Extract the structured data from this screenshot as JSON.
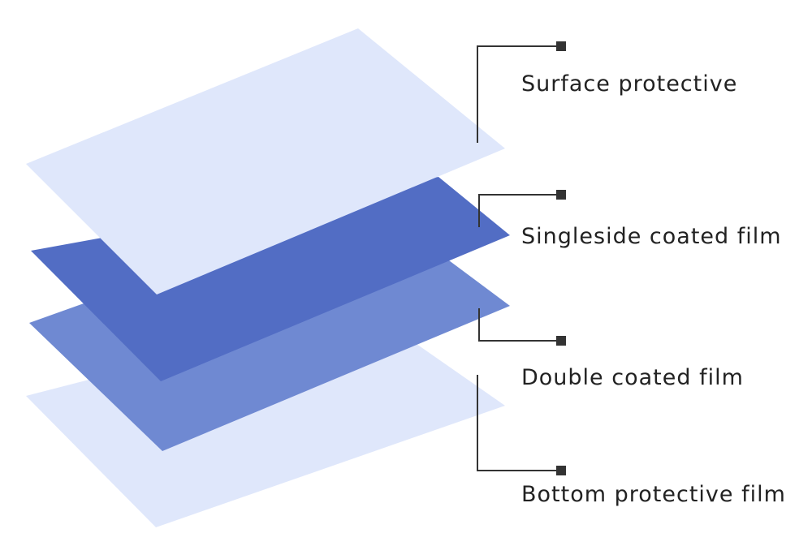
{
  "layers": [
    {
      "id": "surface",
      "label": "Surface protective",
      "color": "#dfe7fb"
    },
    {
      "id": "singleside",
      "label": "Singleside coated film",
      "color": "#526dc4"
    },
    {
      "id": "double",
      "label": "Double coated film",
      "color": "#6f89d2"
    },
    {
      "id": "bottom",
      "label": "Bottom protective film",
      "color": "#dfe7fb"
    }
  ],
  "leader_color": "#333333"
}
